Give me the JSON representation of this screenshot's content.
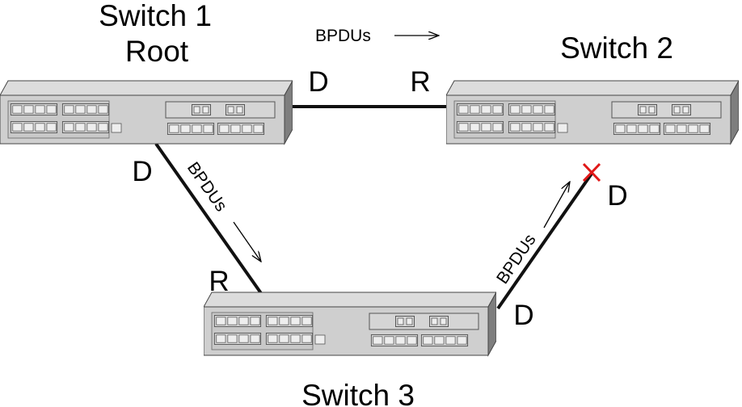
{
  "switches": {
    "s1": {
      "name": "Switch 1",
      "role": "Root"
    },
    "s2": {
      "name": "Switch 2"
    },
    "s3": {
      "name": "Switch 3"
    }
  },
  "links": {
    "s1_s2": {
      "s1_port": "D",
      "s2_port": "R",
      "bpdu_label": "BPDUs"
    },
    "s1_s3": {
      "s1_port": "D",
      "s3_port": "R",
      "bpdu_label": "BPDUs"
    },
    "s3_s2": {
      "s3_port": "D",
      "s2_port": "D",
      "bpdu_label": "BPDUs",
      "blocked": true
    }
  },
  "colors": {
    "link": "#111111",
    "block_mark": "#e01818",
    "switch_front": "#cfcfcf",
    "switch_top": "#dcdcdc",
    "switch_side": "#7e7e7e"
  }
}
